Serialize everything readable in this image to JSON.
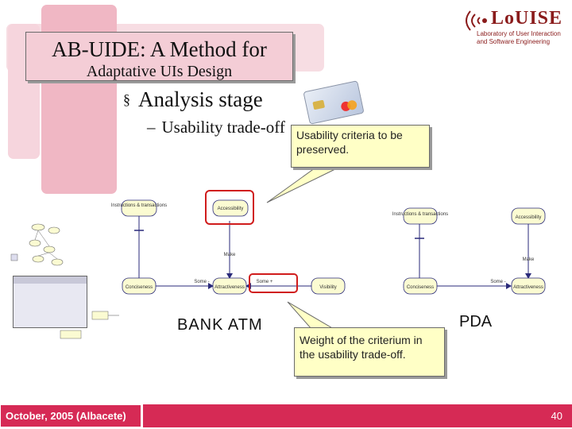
{
  "slide": {
    "title_line1": "AB-UIDE: A Method for",
    "title_line2": "Adaptative UIs Design",
    "bullet1": "Analysis stage",
    "bullet2": "Usability trade-off",
    "bullet_mark": "§",
    "dash": "–"
  },
  "logo": {
    "name": "LoUISE",
    "line1": "Laboratory of User Interaction",
    "line2": "and Software Engineering",
    "color": "#8a1b1b"
  },
  "callouts": {
    "criteria": "Usability criteria to be preserved.",
    "weight": "Weight of the criterium in the usability trade-off."
  },
  "diagrams": {
    "bank_label": "BANK ATM",
    "pda_label": "PDA",
    "bank_nodes": {
      "top_left": "Instructions & transactions",
      "accessibility": "Accessibility",
      "conciseness": "Conciseness",
      "attractiveness": "Attractiveness",
      "visibility": "Visibility",
      "make": "Make",
      "some_minus": "Some -",
      "some_plus": "Some +"
    },
    "pda_nodes": {
      "top_left": "Instructions & transactions",
      "accessibility": "Accessibility",
      "conciseness": "Conciseness",
      "attractiveness": "Attractiveness",
      "make": "Make",
      "some_minus": "Some -"
    }
  },
  "footer": {
    "date": "October, 2005 (Albacete)",
    "page": "40",
    "accent": "#d62a55"
  }
}
